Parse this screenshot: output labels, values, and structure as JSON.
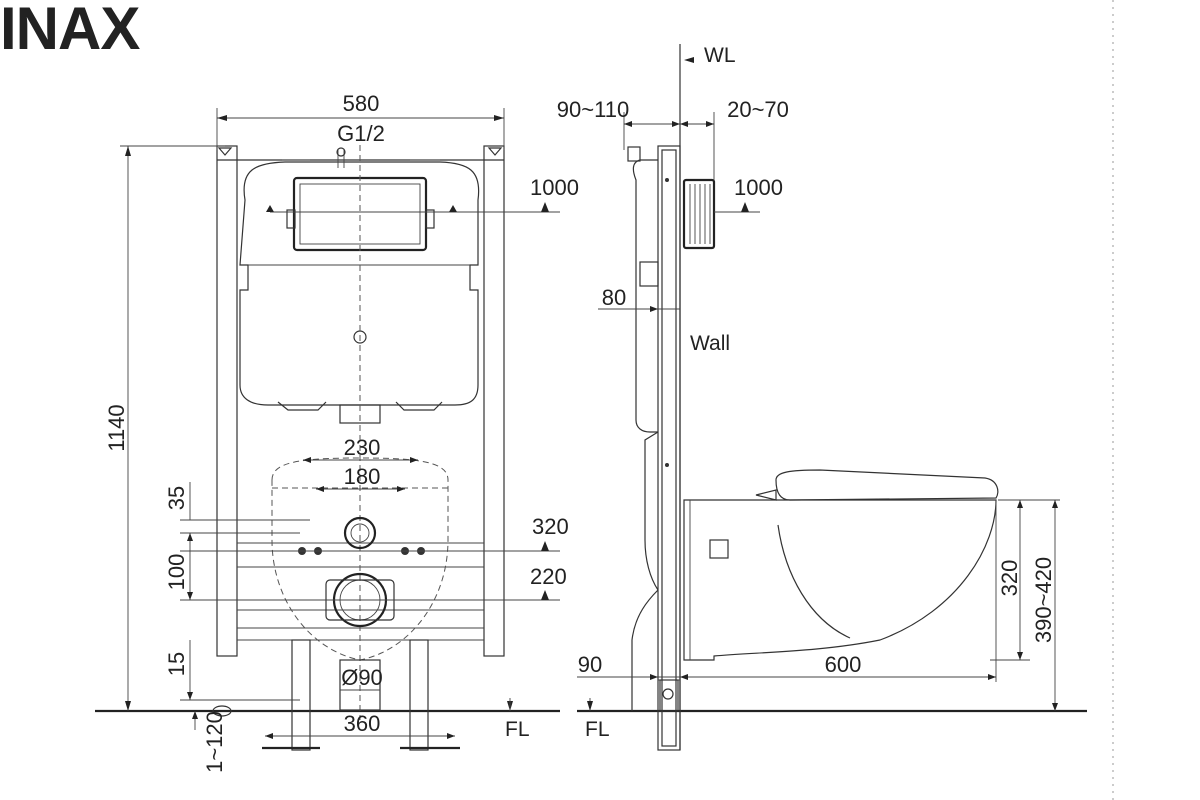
{
  "brand": "INAX",
  "front_view": {
    "width_580": "580",
    "inlet_g12": "G1/2",
    "height_1140": "1140",
    "level_1000": "1000",
    "width_230": "230",
    "width_180": "180",
    "level_320": "320",
    "level_220": "220",
    "v_35": "35",
    "v_100": "100",
    "v_15": "15",
    "v_1to120": "1~120",
    "dia_90": "Ø90",
    "width_360": "360",
    "floor": "FL"
  },
  "side_view": {
    "wall_line": "WL",
    "depth_90_110": "90~110",
    "depth_20_70": "20~70",
    "level_1000": "1000",
    "depth_80": "80",
    "wall": "Wall",
    "height_320": "320",
    "height_390_420": "390~420",
    "depth_600": "600",
    "depth_90": "90",
    "floor": "FL"
  }
}
